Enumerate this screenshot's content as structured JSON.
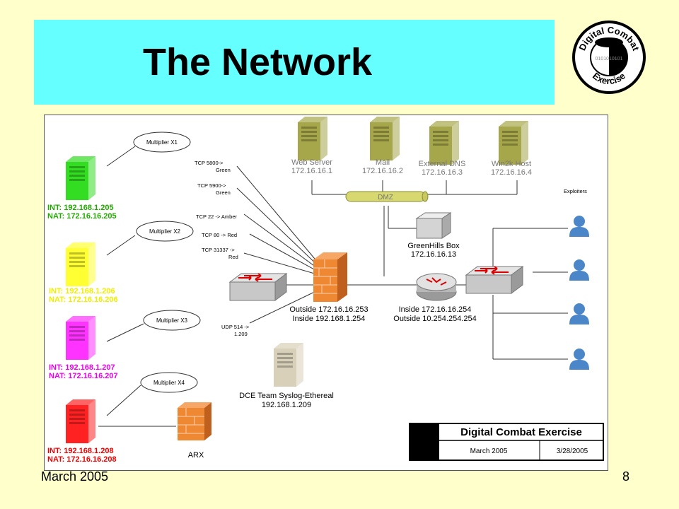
{
  "slide": {
    "title": "The Network",
    "footer_date": "March 2005",
    "page_number": "8"
  },
  "logo": {
    "text_top": "Digital Combat",
    "text_bottom": "Exercise",
    "binary": "0101010101"
  },
  "colors": {
    "background": "#ffffcc",
    "title_bar": "#66ffff",
    "green_host": "#33dd22",
    "yellow_host": "#ffff33",
    "magenta_host": "#ff33ff",
    "red_host": "#ff2222",
    "firewall": "#ee8833",
    "server": "#8a8a3a",
    "user": "#4a86c8"
  },
  "diagram": {
    "multipliers": [
      {
        "label": "Multiplier X1",
        "int": "INT: 192.168.1.205",
        "nat": "NAT: 172.16.16.205",
        "color": "#33dd22",
        "text_color": "#22aa00"
      },
      {
        "label": "Multiplier X2",
        "int": "INT: 192.168.1.206",
        "nat": "NAT: 172.16.16.206",
        "color": "#ffff33",
        "text_color": "#eeee00"
      },
      {
        "label": "Multiplier X3",
        "int": "INT: 192.168.1.207",
        "nat": "NAT: 172.16.16.207",
        "color": "#ff33ff",
        "text_color": "#ee00ee"
      },
      {
        "label": "Multiplier X4",
        "int": "INT: 192.168.1.208",
        "nat": "NAT: 172.16.16.208",
        "color": "#ff2222",
        "text_color": "#ee0000"
      }
    ],
    "rules": [
      {
        "line1": "TCP 5800->",
        "line2": "Green"
      },
      {
        "line1": "TCP 5900->",
        "line2": "Green"
      },
      {
        "line1": "TCP 22 -> Amber",
        "line2": ""
      },
      {
        "line1": "TCP 80 -> Red",
        "line2": ""
      },
      {
        "line1": "TCP 31337 ->",
        "line2": "Red"
      }
    ],
    "udp_rule": {
      "line1": "UDP 514 ->",
      "line2": "1.209"
    },
    "dmz_servers": [
      {
        "name": "Web Server",
        "ip": "172.16.16.1"
      },
      {
        "name": "Mail",
        "ip": "172.16.16.2"
      },
      {
        "name": "External DNS",
        "ip": "172.16.16.3"
      },
      {
        "name": "Win2k Host",
        "ip": "172.16.16.4"
      }
    ],
    "dmz_label": "DMZ",
    "greenhills": {
      "name": "GreenHills Box",
      "ip": "172.16.16.13"
    },
    "firewall_label": {
      "line1": "Outside 172.16.16.253",
      "line2": "Inside 192.168.1.254"
    },
    "router_label": {
      "line1": "Inside 172.16.16.254",
      "line2": "Outside 10.254.254.254"
    },
    "exploiters_label": "Exploiters",
    "syslog": {
      "name": "DCE Team Syslog-Ethereal",
      "ip": "192.168.1.209"
    },
    "arx_label": "ARX",
    "title_block": {
      "title": "Digital Combat Exercise",
      "date": "March 2005",
      "revision": "3/28/2005"
    }
  }
}
